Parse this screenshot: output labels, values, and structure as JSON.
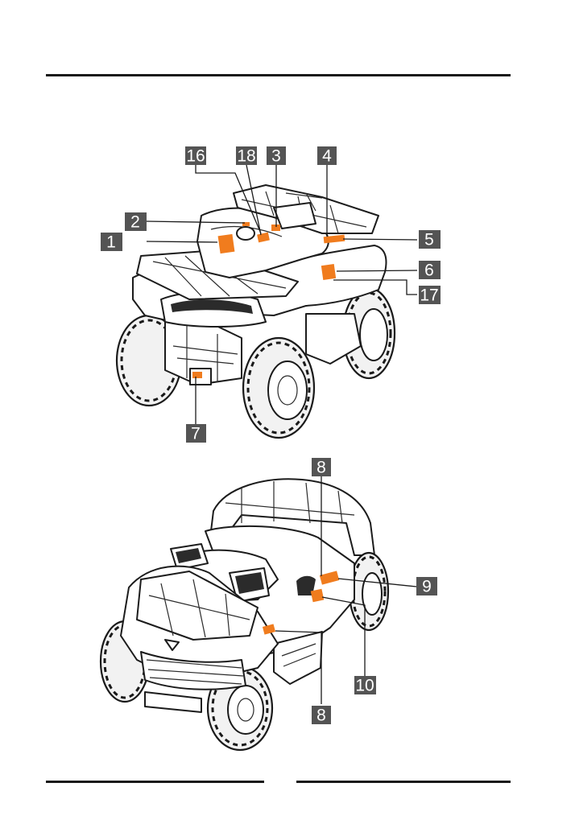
{
  "colors": {
    "label_fill": "#f07c1e",
    "callout_fill": "#545454",
    "rule": "#1a1a1a"
  },
  "top_view": {
    "callouts": [
      {
        "id": "16",
        "label": "16"
      },
      {
        "id": "18",
        "label": "18"
      },
      {
        "id": "3",
        "label": "3"
      },
      {
        "id": "4",
        "label": "4"
      },
      {
        "id": "2",
        "label": "2"
      },
      {
        "id": "1",
        "label": "1"
      },
      {
        "id": "5",
        "label": "5"
      },
      {
        "id": "6",
        "label": "6"
      },
      {
        "id": "17",
        "label": "17"
      },
      {
        "id": "7",
        "label": "7"
      }
    ]
  },
  "bottom_view": {
    "callouts": [
      {
        "id": "8a",
        "label": "8"
      },
      {
        "id": "9",
        "label": "9"
      },
      {
        "id": "10",
        "label": "10"
      },
      {
        "id": "8b",
        "label": "8"
      }
    ]
  }
}
